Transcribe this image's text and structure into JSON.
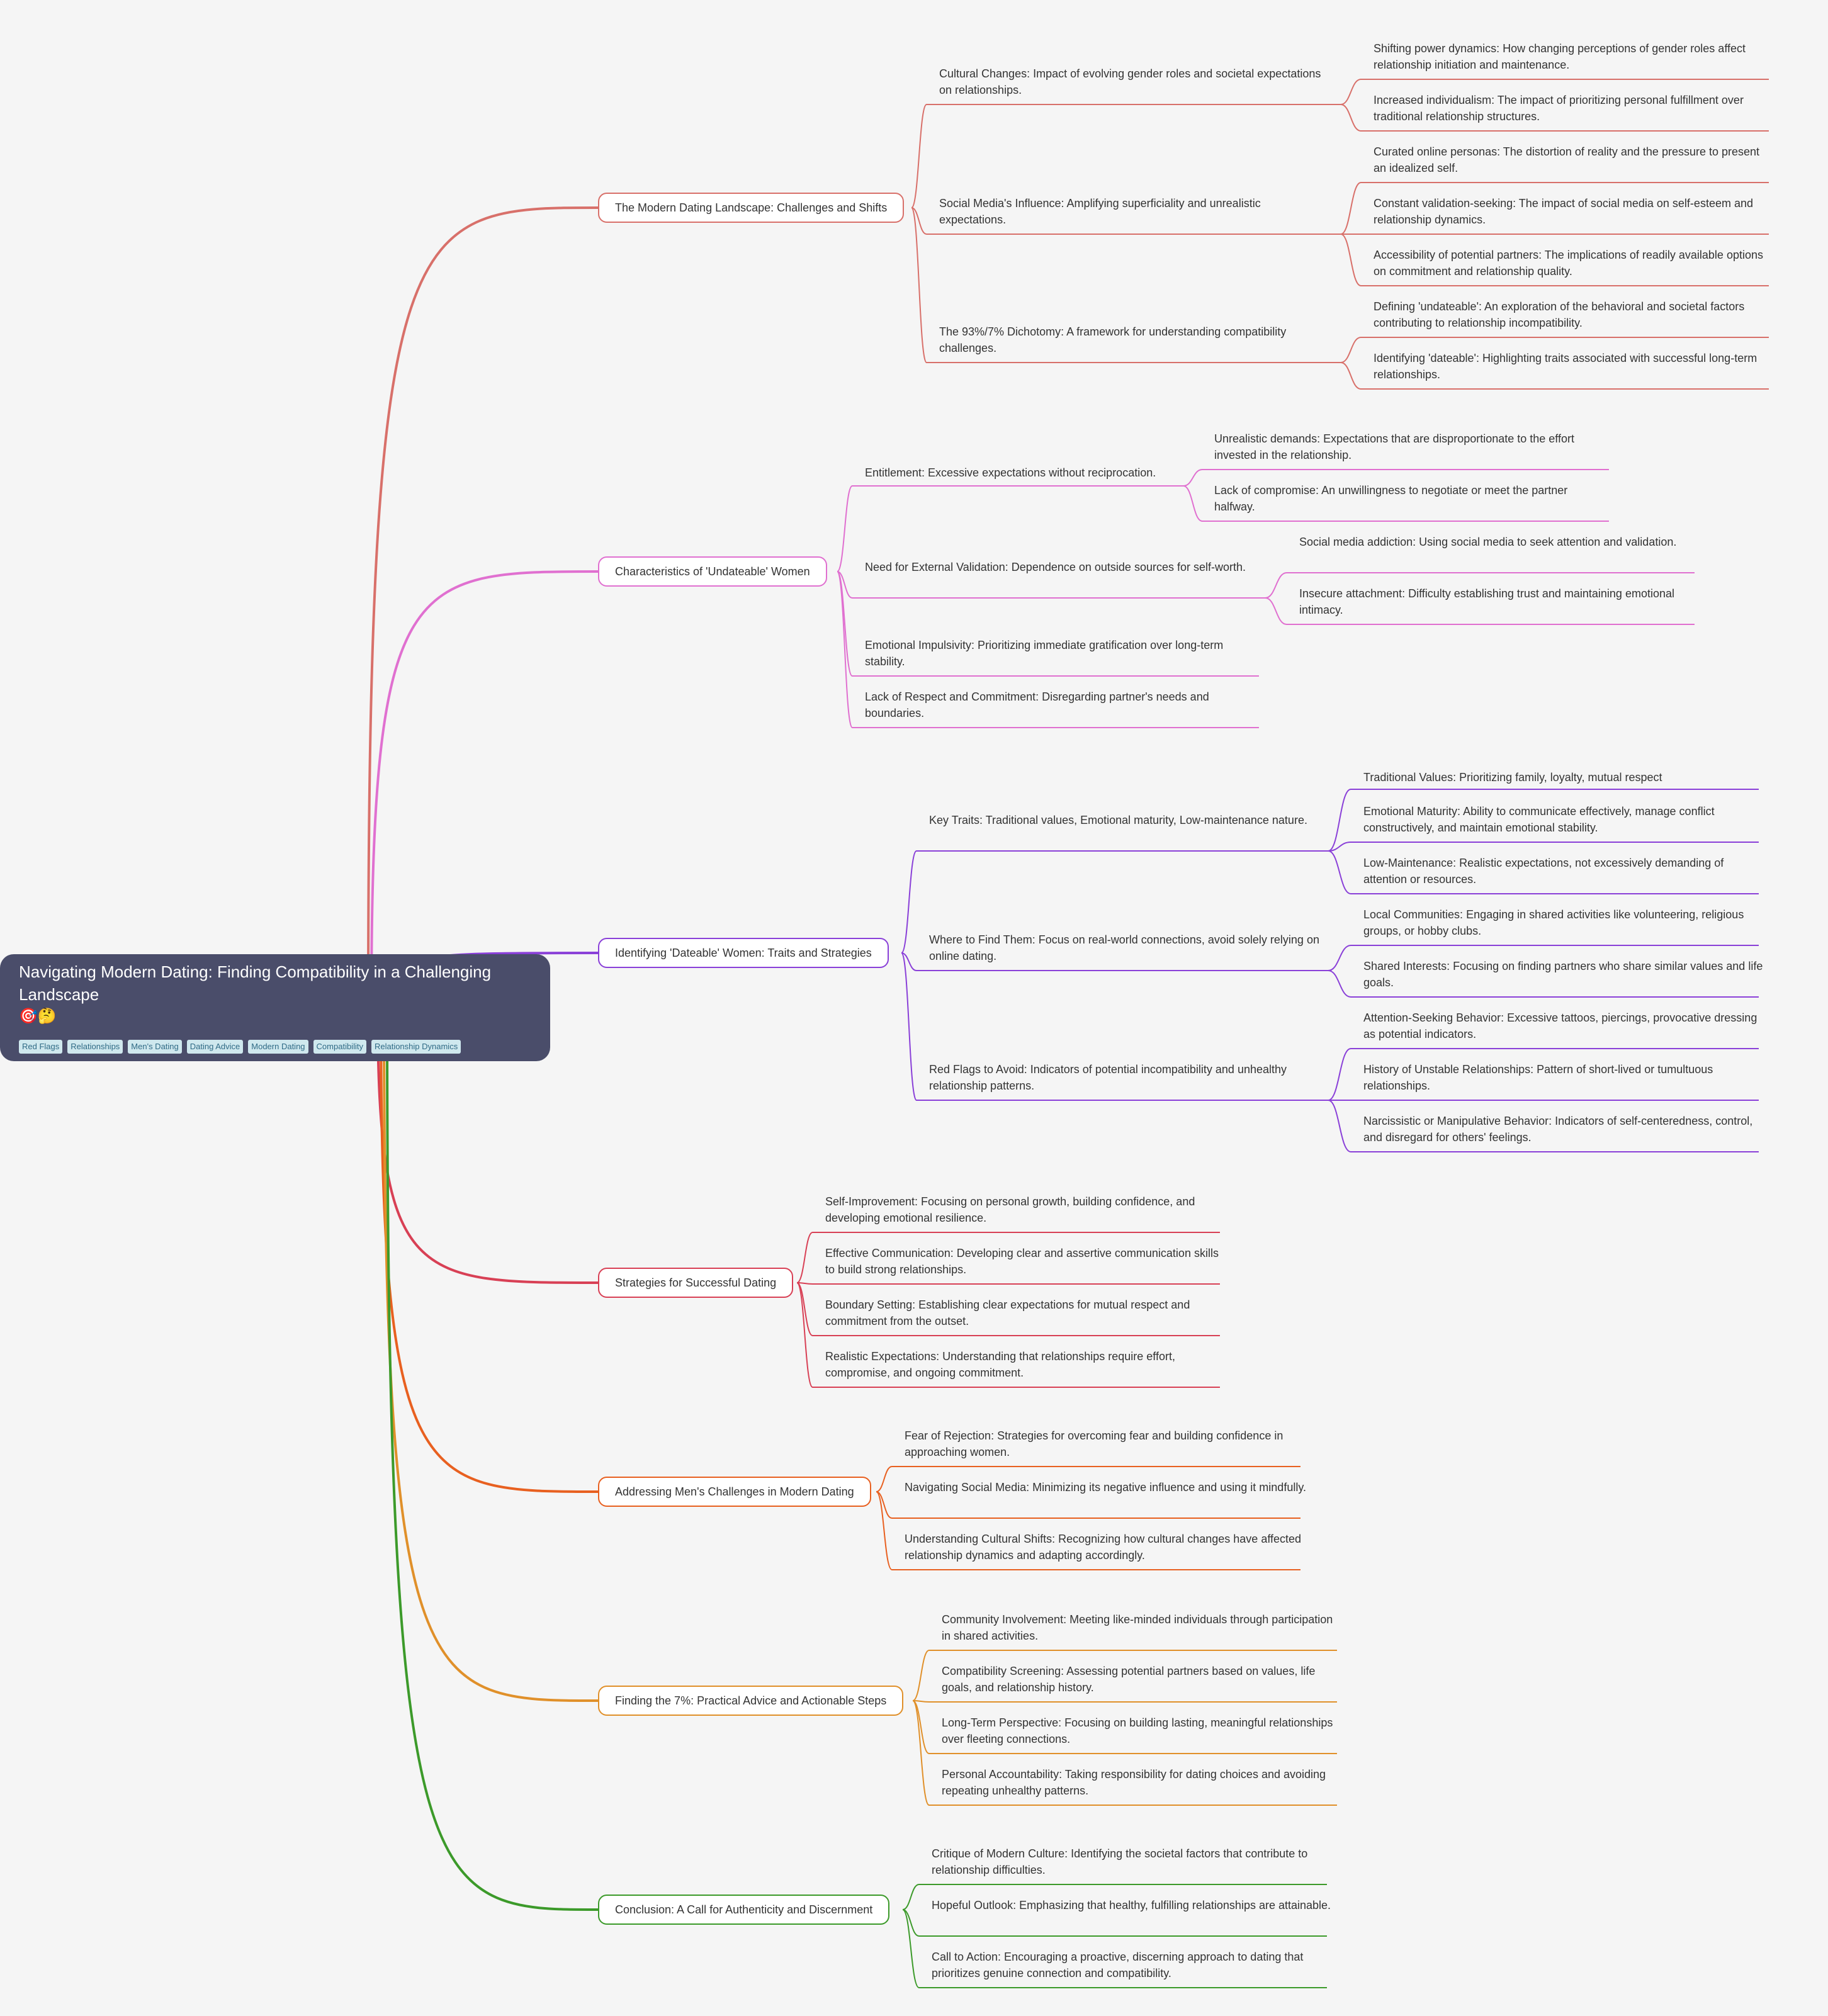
{
  "root": {
    "title": "Navigating Modern Dating: Finding Compatibility in a Challenging Landscape",
    "emoji": "🎯🤔",
    "tags": [
      "Red Flags",
      "Relationships",
      "Men's Dating",
      "Dating Advice",
      "Modern Dating",
      "Compatibility",
      "Relationship Dynamics"
    ]
  },
  "colors": {
    "modern_landscape": "#d8706a",
    "undateable": "#e070d0",
    "dateable": "#8a40d8",
    "strategies": "#d84055",
    "mens_challenges": "#e86020",
    "finding_seven": "#e0902a",
    "conclusion": "#3c9a2a"
  },
  "branches": {
    "modern_landscape": {
      "label": "The Modern Dating Landscape: Challenges and Shifts",
      "cultural": {
        "text": "Cultural Changes: Impact of evolving gender roles and societal expectations on relationships.",
        "power": "Shifting power dynamics: How changing perceptions of gender roles affect relationship initiation and maintenance.",
        "individualism": "Increased individualism: The impact of prioritizing personal fulfillment over traditional relationship structures."
      },
      "social": {
        "text": "Social Media's Influence: Amplifying superficiality and unrealistic expectations.",
        "personas": "Curated online personas: The distortion of reality and the pressure to present an idealized self.",
        "validation": "Constant validation-seeking: The impact of social media on self-esteem and relationship dynamics.",
        "accessibility": "Accessibility of potential partners: The implications of readily available options on commitment and relationship quality."
      },
      "dichotomy": {
        "text": "The 93%/7% Dichotomy: A framework for understanding compatibility challenges.",
        "undateable_def": "Defining 'undateable': An exploration of the behavioral and societal factors contributing to relationship incompatibility.",
        "dateable_def": "Identifying 'dateable':  Highlighting traits associated with successful long-term relationships."
      }
    },
    "undateable": {
      "label": "Characteristics of 'Undateable' Women",
      "entitlement": {
        "text": "Entitlement: Excessive expectations without reciprocation.",
        "demands": "Unrealistic demands: Expectations that are disproportionate to the effort invested in the relationship.",
        "compromise": "Lack of compromise: An unwillingness to negotiate or meet the partner halfway."
      },
      "external": {
        "text": "Need for External Validation: Dependence on outside sources for self-worth.",
        "addiction": "Social media addiction: Using social media to seek attention and validation.",
        "attachment": "Insecure attachment: Difficulty establishing trust and maintaining emotional intimacy."
      },
      "impulsivity": "Emotional Impulsivity: Prioritizing immediate gratification over long-term stability.",
      "respect": "Lack of Respect and Commitment: Disregarding partner's needs and boundaries."
    },
    "dateable": {
      "label": "Identifying 'Dateable' Women: Traits and Strategies",
      "traits": {
        "text": "Key Traits: Traditional values, Emotional maturity, Low-maintenance nature.",
        "values": "Traditional Values: Prioritizing family, loyalty, mutual respect",
        "maturity": "Emotional Maturity: Ability to communicate effectively, manage conflict constructively, and maintain emotional stability.",
        "low_maintenance": "Low-Maintenance:  Realistic expectations, not excessively demanding of attention or resources."
      },
      "where": {
        "text": "Where to Find Them: Focus on real-world connections, avoid solely relying on online dating.",
        "communities": "Local Communities: Engaging in shared activities like volunteering, religious groups, or hobby clubs.",
        "interests": "Shared Interests: Focusing on finding partners who share similar values and life goals."
      },
      "red_flags": {
        "text": "Red Flags to Avoid: Indicators of potential incompatibility and unhealthy relationship patterns.",
        "attention": "Attention-Seeking Behavior: Excessive tattoos, piercings, provocative dressing as potential indicators.",
        "unstable": "History of Unstable Relationships: Pattern of short-lived or tumultuous relationships.",
        "narcissistic": "Narcissistic or Manipulative Behavior:  Indicators of self-centeredness, control, and disregard for others' feelings."
      }
    },
    "strategies": {
      "label": "Strategies for Successful Dating",
      "self_improvement": "Self-Improvement: Focusing on personal growth, building confidence, and developing emotional resilience.",
      "communication": "Effective Communication:  Developing clear and assertive communication skills to build strong relationships.",
      "boundary": "Boundary Setting:  Establishing clear expectations for mutual respect and commitment from the outset.",
      "expectations": "Realistic Expectations:  Understanding that relationships require effort, compromise, and ongoing commitment."
    },
    "mens_challenges": {
      "label": "Addressing Men's Challenges in Modern Dating",
      "rejection": "Fear of Rejection: Strategies for overcoming fear and building confidence in approaching women.",
      "social_media": "Navigating Social Media: Minimizing its negative influence and using it mindfully.",
      "cultural_shifts": "Understanding Cultural Shifts: Recognizing how cultural changes have affected relationship dynamics and adapting accordingly."
    },
    "finding_seven": {
      "label": "Finding the 7%: Practical Advice and Actionable Steps",
      "community": "Community Involvement:  Meeting like-minded individuals through participation in shared activities.",
      "screening": "Compatibility Screening: Assessing potential partners based on values, life goals, and relationship history.",
      "long_term": "Long-Term Perspective:  Focusing on building lasting, meaningful relationships over fleeting connections.",
      "accountability": "Personal Accountability: Taking responsibility for dating choices and avoiding repeating unhealthy patterns."
    },
    "conclusion": {
      "label": "Conclusion: A Call for Authenticity and Discernment",
      "critique": "Critique of Modern Culture: Identifying the societal factors that contribute to relationship difficulties.",
      "hopeful": "Hopeful Outlook: Emphasizing that healthy, fulfilling relationships are attainable.",
      "call": "Call to Action: Encouraging a proactive, discerning approach to dating that prioritizes genuine connection and compatibility."
    }
  }
}
